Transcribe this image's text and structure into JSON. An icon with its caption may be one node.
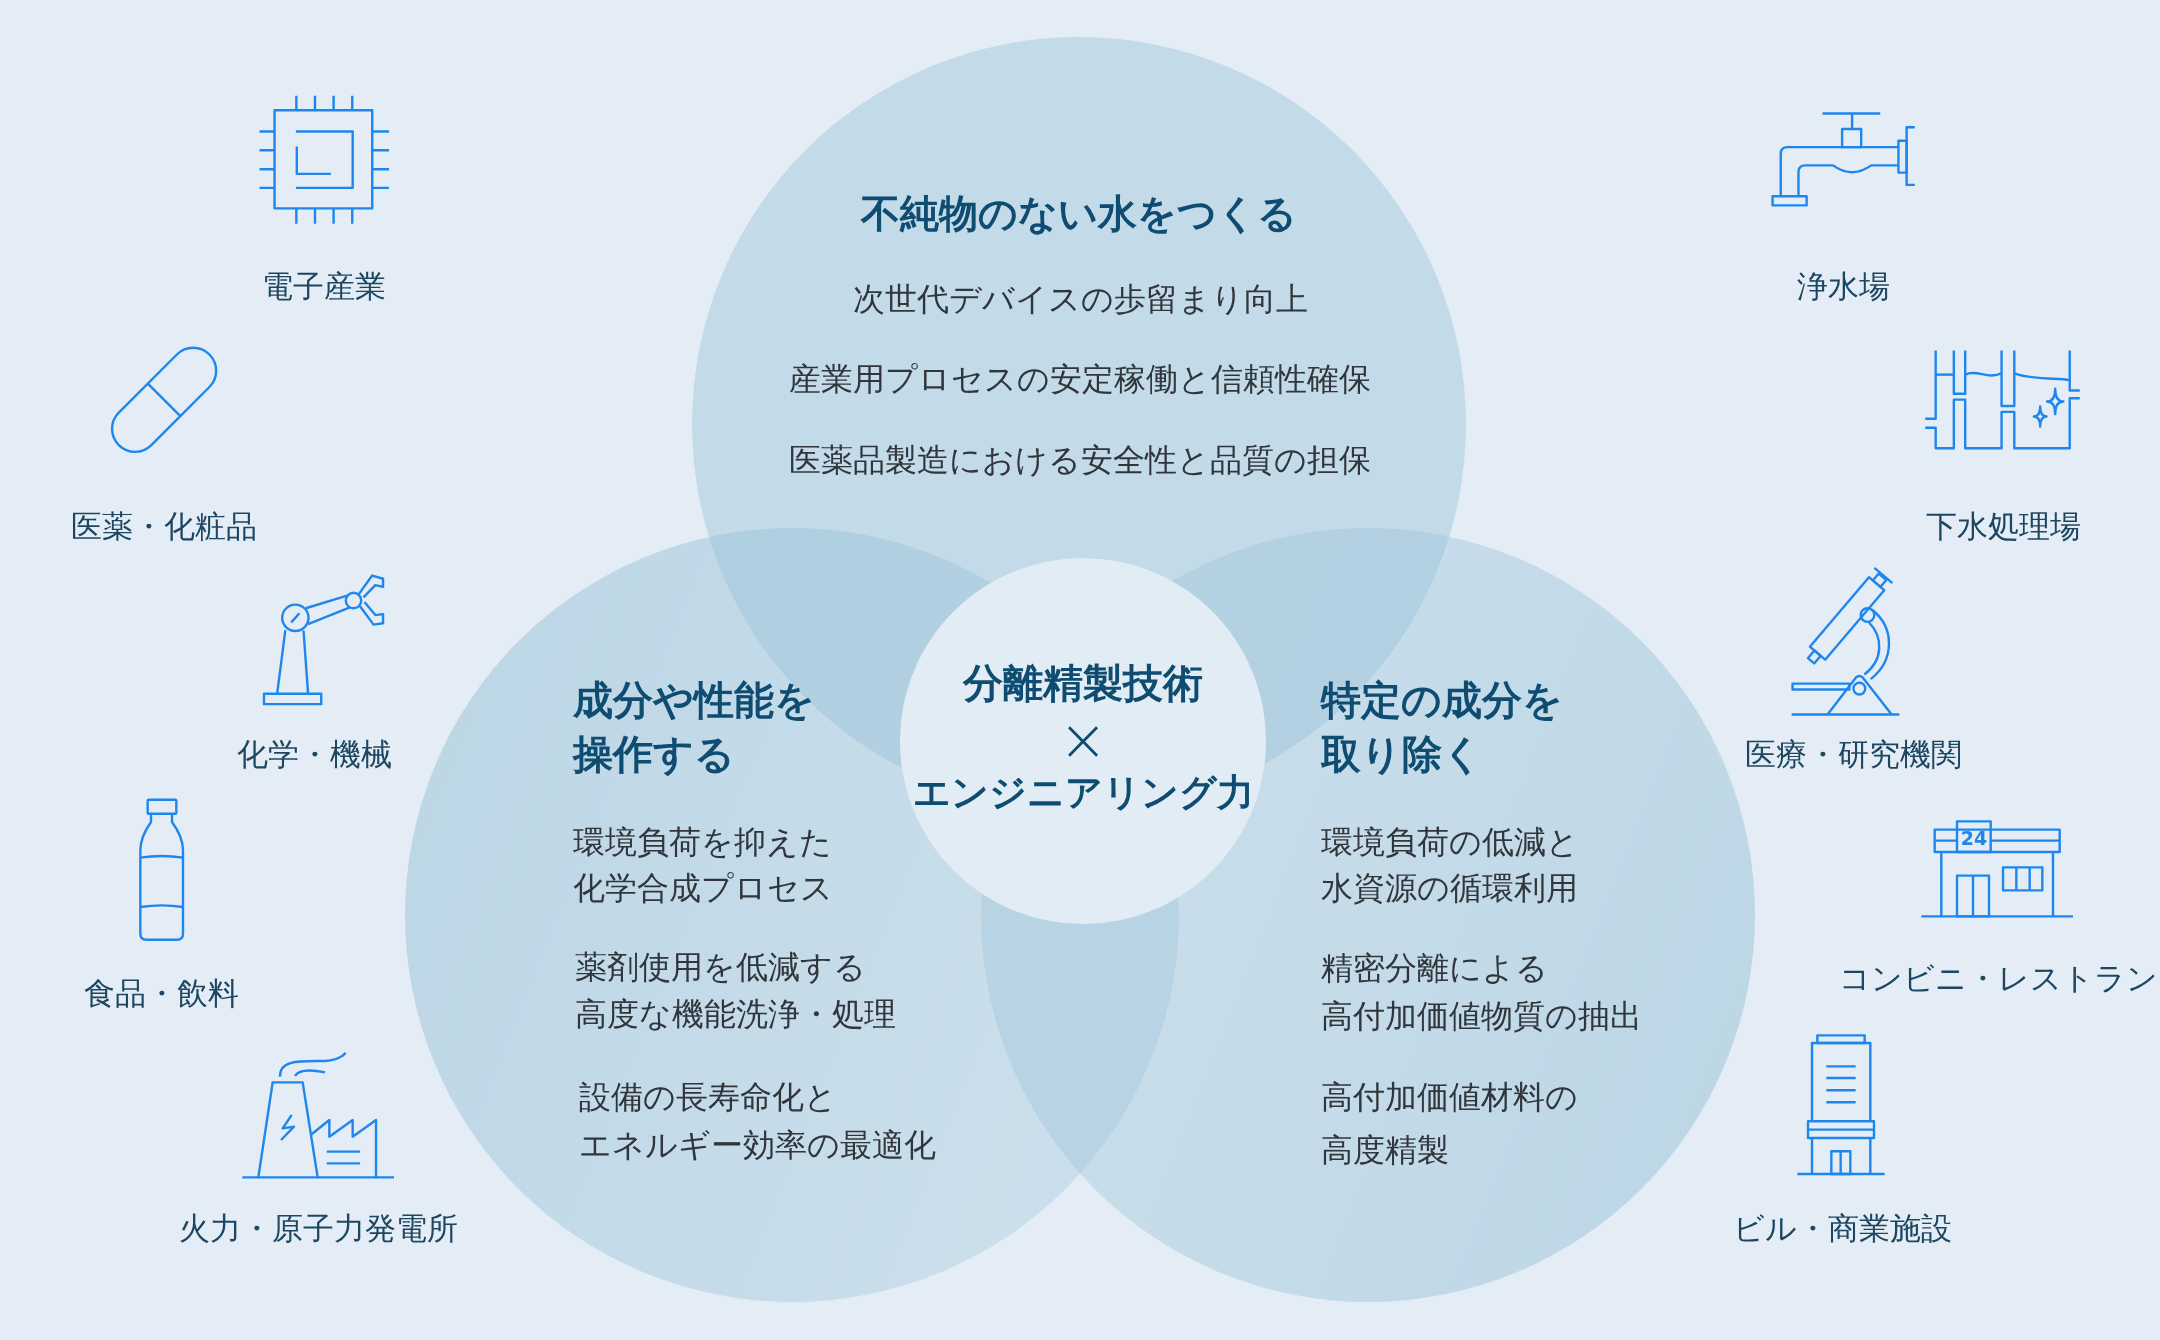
{
  "diagram": {
    "nodes": [
      {
        "text": [
          "不純物のない水をつくる",
          "次世代デバイスの歩留まり向上",
          "産業用プロセスの安定稼働と信頼性確保",
          "医薬品製造における安全性と品質の担保"
        ]
      },
      {
        "text": [
          "成分や性能を操作する",
          "環境負荷を抑えた化学合成プロセス",
          "薬剤使用を低減する高度な機能洗浄・処理",
          "設備の長寿命化とエネルギー効率の最適化"
        ]
      },
      {
        "text": [
          "分離精製技術",
          "×",
          "エンジニアリング力"
        ]
      },
      {
        "text": [
          "特定の成分を取り除く",
          "環境負荷の低減と水資源の循環利用",
          "精密分離による高付加価値物質の抽出",
          "高付加価値材料の高度精製"
        ]
      }
    ],
    "labels": [
      "電子産業",
      "医薬・化粧品",
      "化学・機械",
      "食品・飲料",
      "火力・原子力発電所",
      "浄水場",
      "下水処理場",
      "医療・研究機関",
      "24",
      "コンビニ・レストラン",
      "ビル・商業施設"
    ]
  }
}
